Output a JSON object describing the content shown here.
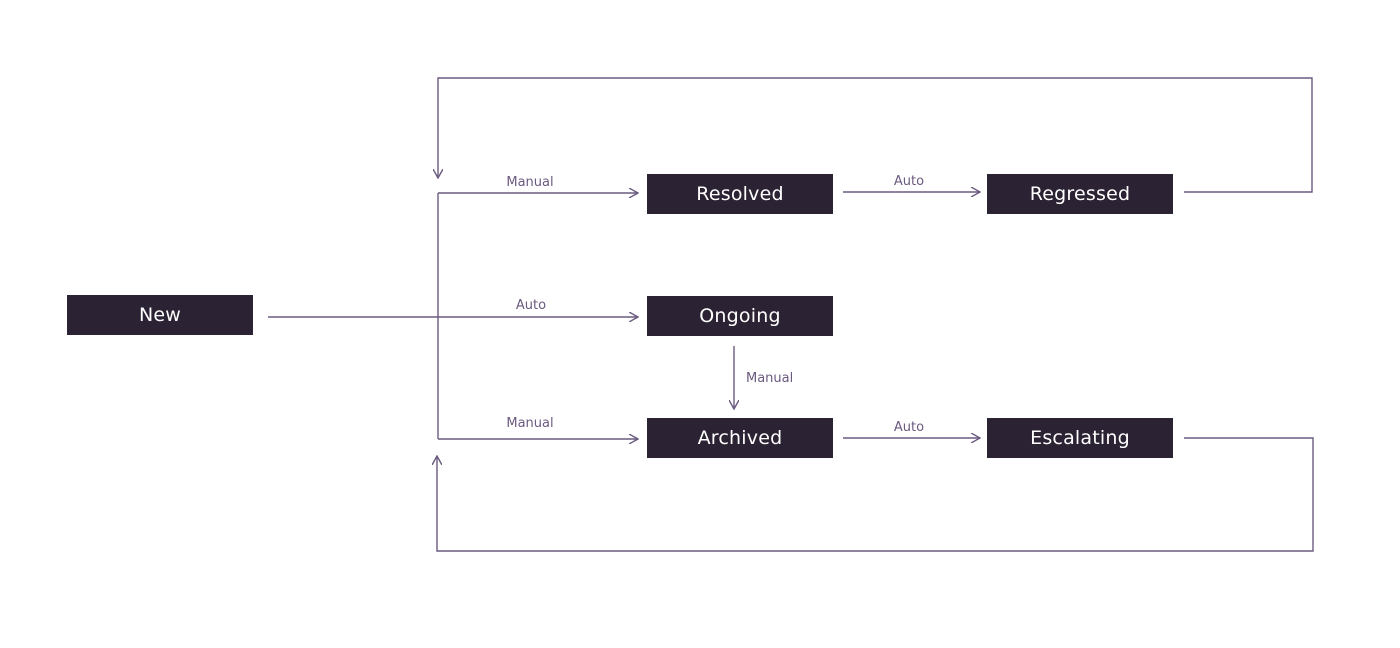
{
  "diagram": {
    "type": "state-transition",
    "colors": {
      "node_fill": "#2b2233",
      "node_text": "#ffffff",
      "edge": "#6b5a80",
      "edge_label": "#6b5a80",
      "background": "#ffffff"
    },
    "nodes": {
      "new": "New",
      "resolved": "Resolved",
      "regressed": "Regressed",
      "ongoing": "Ongoing",
      "archived": "Archived",
      "escalating": "Escalating"
    },
    "edges": [
      {
        "from": "New",
        "to": "Resolved",
        "label": "Manual"
      },
      {
        "from": "New",
        "to": "Ongoing",
        "label": "Auto"
      },
      {
        "from": "New",
        "to": "Archived",
        "label": "Manual"
      },
      {
        "from": "Resolved",
        "to": "Regressed",
        "label": "Auto"
      },
      {
        "from": "Ongoing",
        "to": "Archived",
        "label": "Manual"
      },
      {
        "from": "Archived",
        "to": "Escalating",
        "label": "Auto"
      },
      {
        "from": "Regressed",
        "to": "Resolved/Archived branch",
        "label": ""
      },
      {
        "from": "Escalating",
        "to": "Resolved/Archived branch",
        "label": ""
      }
    ],
    "labels": {
      "new_to_resolved": "Manual",
      "new_to_ongoing": "Auto",
      "new_to_archived": "Manual",
      "resolved_to_regressed": "Auto",
      "ongoing_to_archived": "Manual",
      "archived_to_escalating": "Auto"
    }
  }
}
